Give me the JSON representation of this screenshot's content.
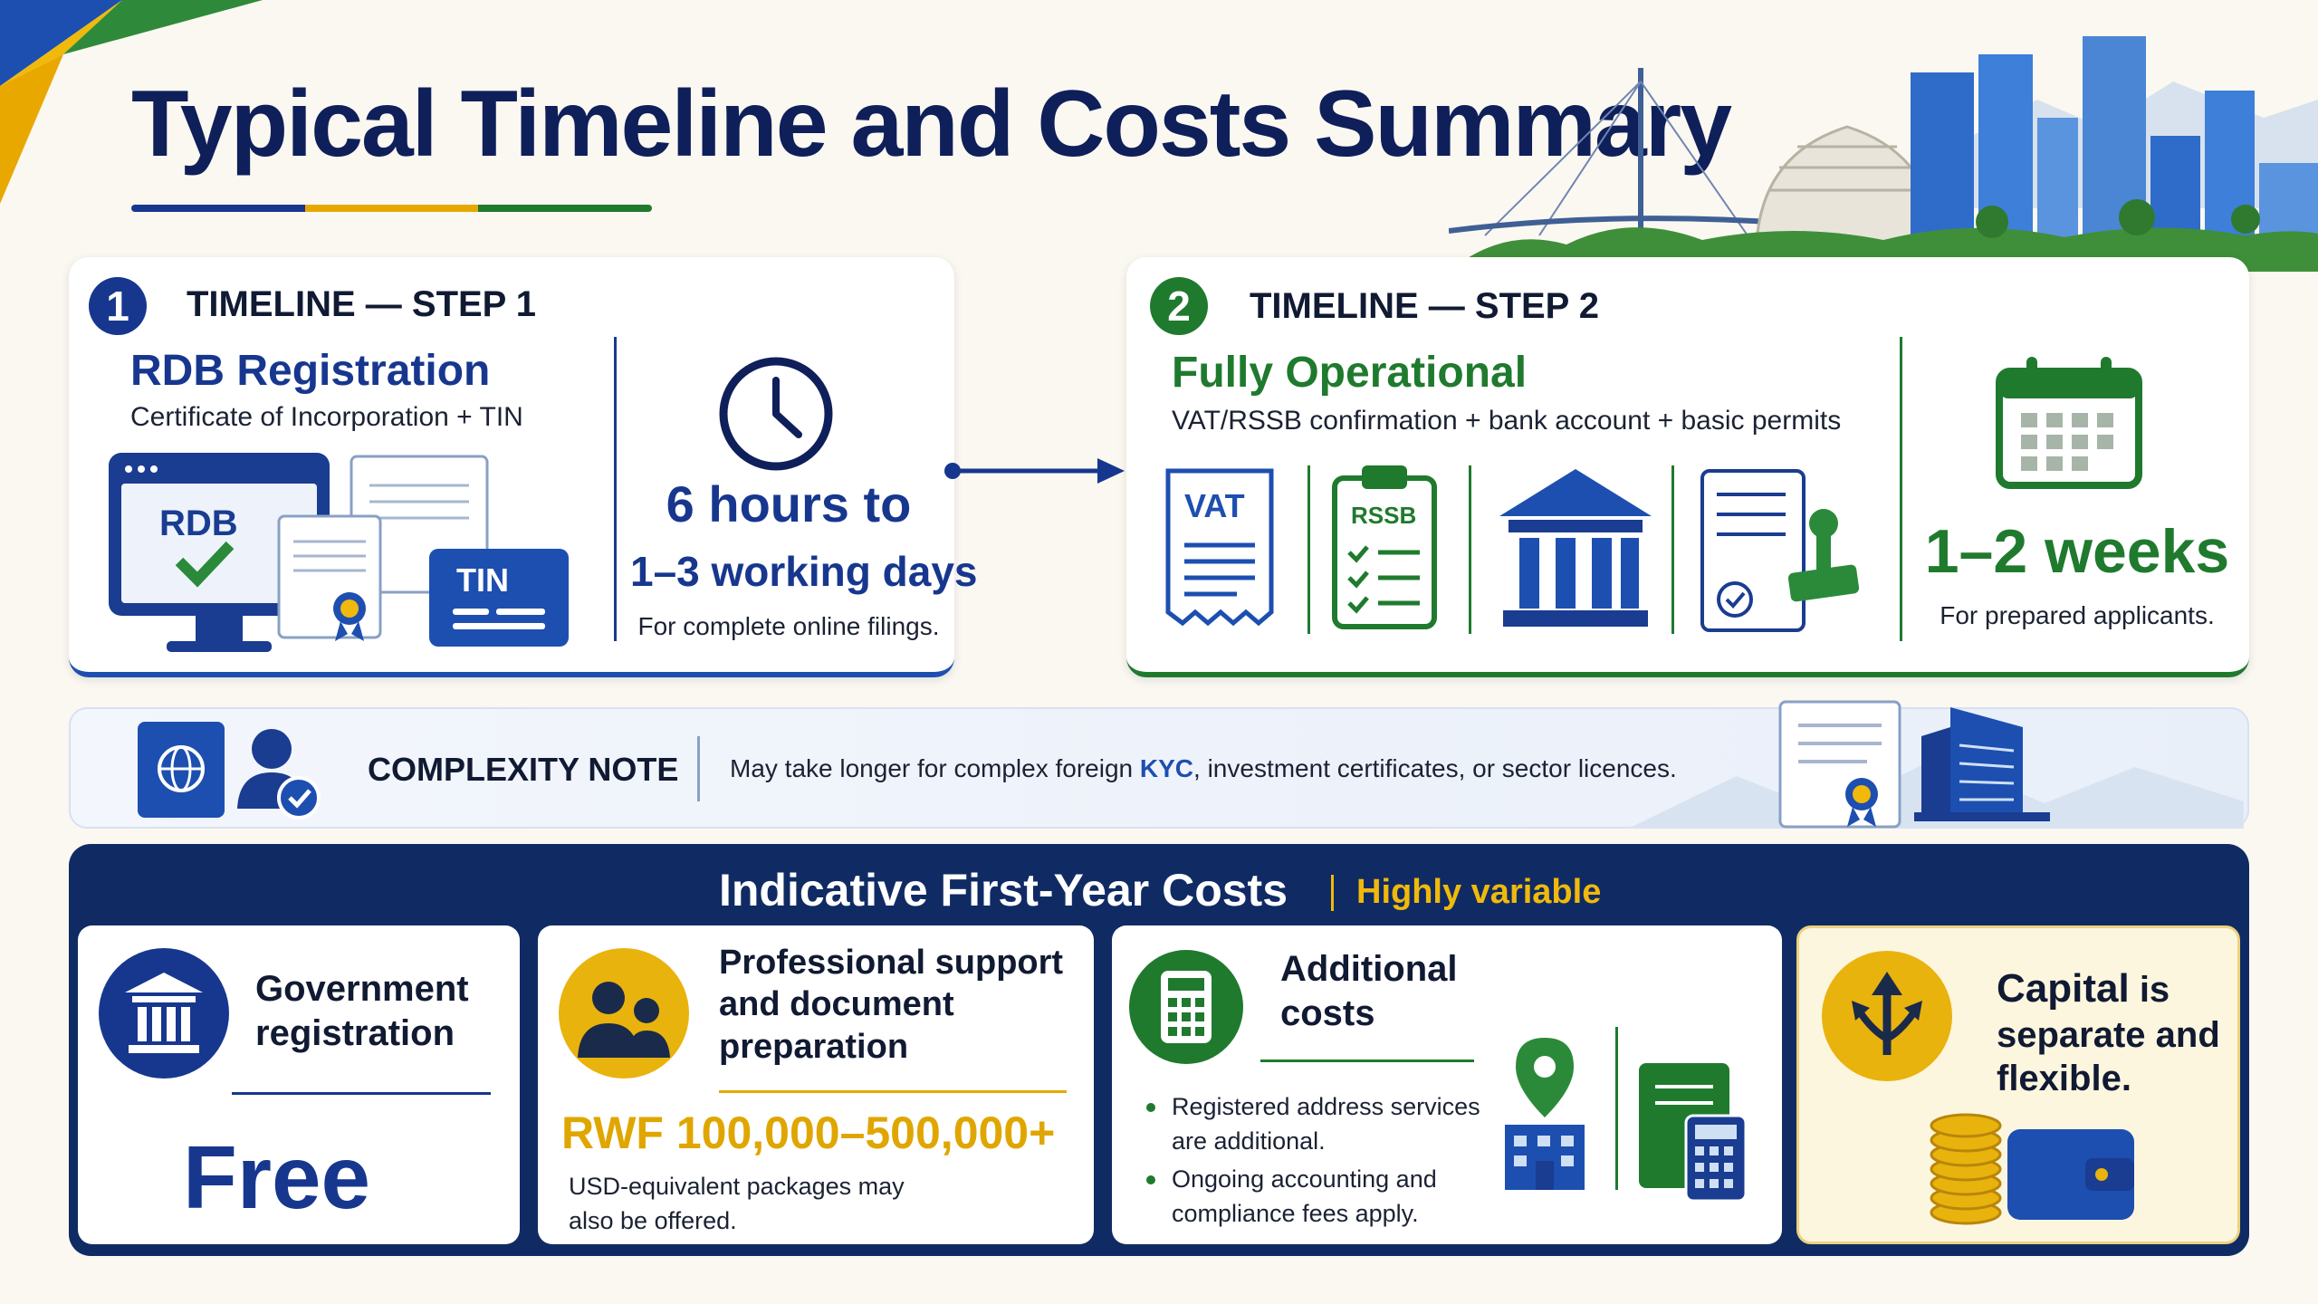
{
  "header": {
    "title": "Typical Timeline and Costs Summary"
  },
  "colors": {
    "navy": "#0f1f5a",
    "blue": "#17378f",
    "green": "#1f7a2e",
    "gold": "#e6a800"
  },
  "step1": {
    "number": "1",
    "label": "TIMELINE — STEP 1",
    "title": "RDB Registration",
    "subtitle": "Certificate of Incorporation + TIN",
    "screen_text": "RDB",
    "card_text": "TIN",
    "duration_line1": "6 hours to",
    "duration_line2": "1–3 working days",
    "note": "For complete online filings.",
    "icons": [
      "monitor-icon",
      "certificate-icon",
      "tin-card-icon",
      "clock-icon"
    ]
  },
  "step2": {
    "number": "2",
    "label": "TIMELINE — STEP 2",
    "title": "Fully Operational",
    "subtitle": "VAT/RSSB confirmation + bank account + basic permits",
    "vat_text": "VAT",
    "rssb_text": "RSSB",
    "duration": "1–2 weeks",
    "note": "For prepared applicants.",
    "icons": [
      "vat-receipt-icon",
      "rssb-clipboard-icon",
      "bank-icon",
      "permit-stamp-icon",
      "calendar-icon"
    ]
  },
  "complexity": {
    "label": "COMPLEXITY NOTE",
    "text_before": "May take longer for complex foreign ",
    "text_highlight": "KYC",
    "text_after": ", investment certificates, or sector licences."
  },
  "costs": {
    "title": "Indicative First-Year Costs",
    "note": "Highly variable",
    "government": {
      "heading_line1": "Government",
      "heading_line2": "registration",
      "value": "Free"
    },
    "professional": {
      "heading_line1": "Professional support",
      "heading_line2": "and document",
      "heading_line3": "preparation",
      "value": "RWF 100,000–500,000+",
      "note_line1": "USD-equivalent packages may",
      "note_line2": "also be offered."
    },
    "additional": {
      "heading_line1": "Additional",
      "heading_line2": "costs",
      "bullet1_line1": "Registered address services",
      "bullet1_line2": "are additional.",
      "bullet2_line1": "Ongoing accounting and",
      "bullet2_line2": "compliance fees apply."
    },
    "capital": {
      "heading_word": "Capital",
      "heading_rest1": " is",
      "heading_line2": "separate and",
      "heading_line3": "flexible."
    }
  }
}
